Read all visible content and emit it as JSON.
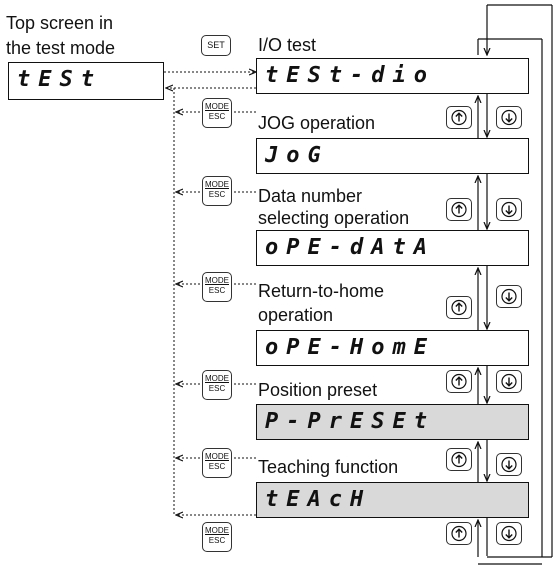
{
  "top_label_line1": "Top screen in",
  "top_label_line2": "the test mode",
  "top_display": "tESt",
  "set_key": "SET",
  "mode_key": {
    "line1": "MODE",
    "line2": "ESC"
  },
  "items": [
    {
      "label_lines": [
        "I/O test"
      ],
      "display": "tESt-dio",
      "shaded": false
    },
    {
      "label_lines": [
        "JOG operation"
      ],
      "display": "JoG",
      "shaded": false
    },
    {
      "label_lines": [
        "Data number",
        "selecting operation"
      ],
      "display": "oPE-dAtA",
      "shaded": false
    },
    {
      "label_lines": [
        "Return-to-home",
        "operation"
      ],
      "display": "oPE-HomE",
      "shaded": false
    },
    {
      "label_lines": [
        "Position preset"
      ],
      "display": "P-PrESEt",
      "shaded": true
    },
    {
      "label_lines": [
        "Teaching function"
      ],
      "display": "tEAcH",
      "shaded": true
    }
  ],
  "icons": {
    "up": "up-arrow-key-icon",
    "down": "down-arrow-key-icon"
  }
}
